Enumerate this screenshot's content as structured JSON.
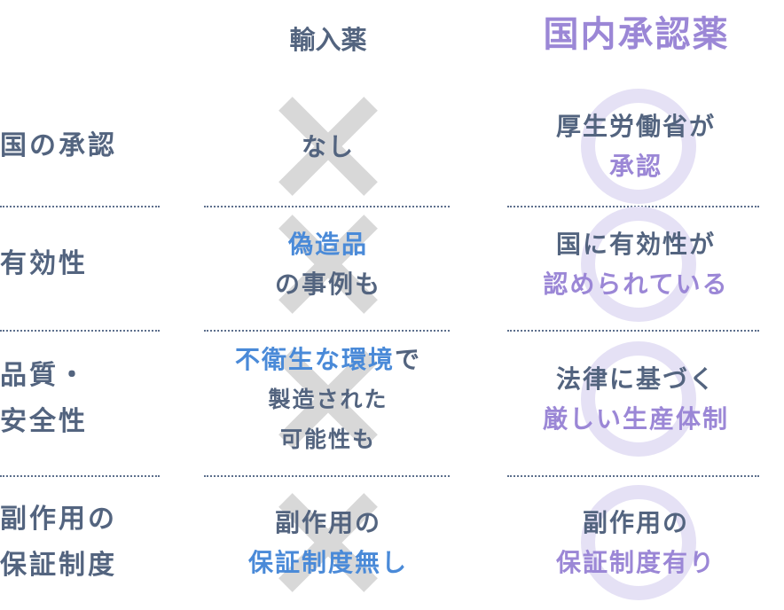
{
  "colors": {
    "text": "#53647f",
    "blue": "#4a8ad8",
    "purple": "#9b87d6",
    "ring": "#e5e1f5",
    "cross": "#d8d8d8"
  },
  "headers": {
    "imported": "輸入薬",
    "domestic": "国内承認薬"
  },
  "rows": [
    {
      "label": [
        "国の承認"
      ],
      "imported": [
        [
          {
            "t": "なし",
            "c": "text"
          }
        ]
      ],
      "domestic": [
        [
          {
            "t": "厚生労働省が",
            "c": "text"
          }
        ],
        [
          {
            "t": "承認",
            "c": "purple"
          }
        ]
      ]
    },
    {
      "label": [
        "有効性"
      ],
      "imported": [
        [
          {
            "t": "偽造品",
            "c": "blue"
          }
        ],
        [
          {
            "t": "の事例も",
            "c": "text"
          }
        ]
      ],
      "domestic": [
        [
          {
            "t": "国に有効性が",
            "c": "text"
          }
        ],
        [
          {
            "t": "認められている",
            "c": "purple"
          }
        ]
      ]
    },
    {
      "label": [
        "品質・",
        "安全性"
      ],
      "imported": [
        [
          {
            "t": "不衛生な環境",
            "c": "blue"
          },
          {
            "t": "で",
            "c": "text"
          }
        ],
        [
          {
            "t": "製造された",
            "c": "text"
          }
        ],
        [
          {
            "t": "可能性も",
            "c": "text"
          }
        ]
      ],
      "domestic": [
        [
          {
            "t": "法律に基づく",
            "c": "text"
          }
        ],
        [
          {
            "t": "厳しい生産体制",
            "c": "purple"
          }
        ]
      ]
    },
    {
      "label": [
        "副作用の",
        "保証制度"
      ],
      "imported": [
        [
          {
            "t": "副作用の",
            "c": "text"
          }
        ],
        [
          {
            "t": "保証制度無し",
            "c": "blue"
          }
        ]
      ],
      "domestic": [
        [
          {
            "t": "副作用の",
            "c": "text"
          }
        ],
        [
          {
            "t": "保証制度有り",
            "c": "purple"
          }
        ]
      ]
    }
  ]
}
